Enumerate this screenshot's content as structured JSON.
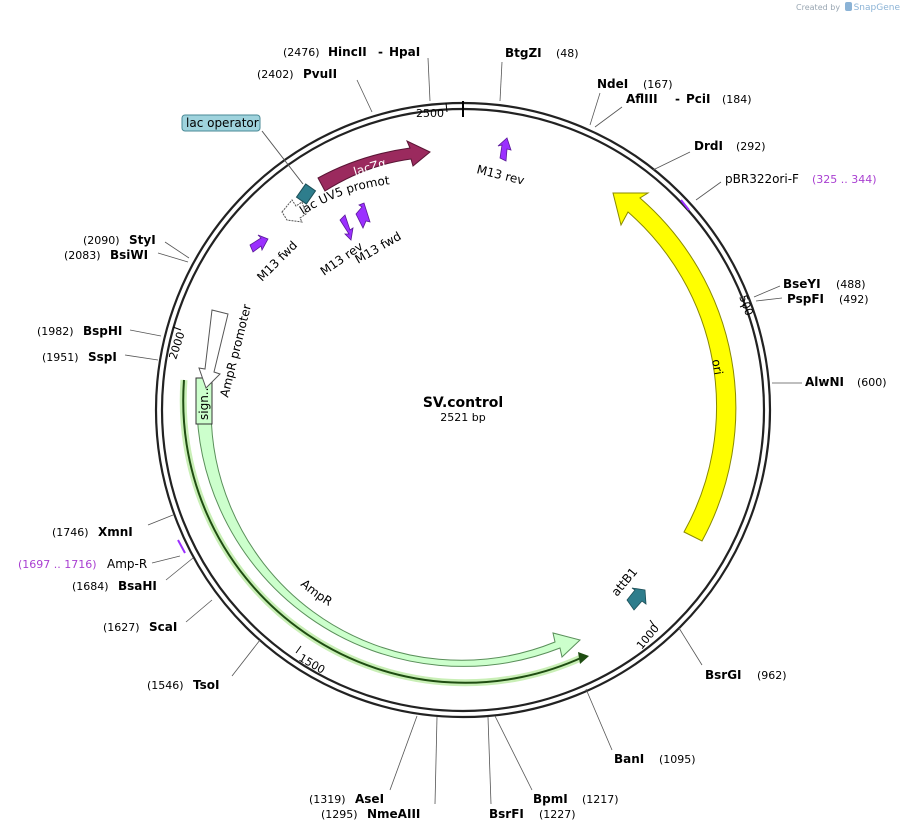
{
  "credit": {
    "prefix": "Created by",
    "brand": "SnapGene"
  },
  "plasmid": {
    "name": "SV.control",
    "size_label": "2521 bp",
    "length": 2521
  },
  "ticks": [
    {
      "pos": 500,
      "label": "500"
    },
    {
      "pos": 1000,
      "label": "1000"
    },
    {
      "pos": 1500,
      "label": "1500"
    },
    {
      "pos": 2000,
      "label": "2000"
    },
    {
      "pos": 2500,
      "label": "2500"
    }
  ],
  "enzymes": [
    {
      "id": "btgzi",
      "name": "BtgZI",
      "site": "(48)"
    },
    {
      "id": "ndei",
      "name": "NdeI",
      "site": "(167)"
    },
    {
      "id": "afliii-pcii",
      "name": "AflIII",
      "name2": "PciI",
      "site": "(184)"
    },
    {
      "id": "drdi",
      "name": "DrdI",
      "site": "(292)"
    },
    {
      "id": "bseyi",
      "name": "BseYI",
      "site": "(488)"
    },
    {
      "id": "pspfi",
      "name": "PspFI",
      "site": "(492)"
    },
    {
      "id": "alwni",
      "name": "AlwNI",
      "site": "(600)"
    },
    {
      "id": "bsrgi",
      "name": "BsrGI",
      "site": "(962)"
    },
    {
      "id": "bani",
      "name": "BanI",
      "site": "(1095)"
    },
    {
      "id": "bpmi",
      "name": "BpmI",
      "site": "(1217)"
    },
    {
      "id": "bsrfi",
      "name": "BsrFI",
      "site": "(1227)"
    },
    {
      "id": "asei",
      "name": "AseI",
      "site": "(1319)"
    },
    {
      "id": "nmeaiii",
      "name": "NmeAIII",
      "site": "(1295)"
    },
    {
      "id": "tsoi",
      "name": "TsoI",
      "site": "(1546)"
    },
    {
      "id": "scai",
      "name": "ScaI",
      "site": "(1627)"
    },
    {
      "id": "bsahi",
      "name": "BsaHI",
      "site": "(1684)"
    },
    {
      "id": "xmni",
      "name": "XmnI",
      "site": "(1746)"
    },
    {
      "id": "sspi",
      "name": "SspI",
      "site": "(1951)"
    },
    {
      "id": "bsphi",
      "name": "BspHI",
      "site": "(1982)"
    },
    {
      "id": "bsiwi",
      "name": "BsiWI",
      "site": "(2083)"
    },
    {
      "id": "styi",
      "name": "StyI",
      "site": "(2090)"
    },
    {
      "id": "pvuii",
      "name": "PvuII",
      "site": "(2402)"
    },
    {
      "id": "hincii-hpai",
      "name": "HincII",
      "name2": "HpaI",
      "site": "(2476)"
    }
  ],
  "primers": [
    {
      "id": "pbr322ori-f",
      "name": "pBR322ori-F",
      "range": "(325 .. 344)"
    },
    {
      "id": "amp-r",
      "name": "Amp-R",
      "range": "(1697 .. 1716)"
    }
  ],
  "features": {
    "lacz": "lacZα",
    "lac_uv5": "lac UV5 promoter",
    "lac_operator": "lac operator",
    "m13_rev_top": "M13 rev",
    "m13_fwd_left": "M13 fwd",
    "m13_rev_mid": "M13 rev",
    "m13_fwd_mid": "M13 fwd",
    "ori": "ori",
    "attb1": "attB1",
    "ampr": "AmpR",
    "ampr_promoter": "AmpR promoter",
    "signal": "sign..."
  },
  "colors": {
    "backbone": "#222222",
    "lacz": "#9b2a5e",
    "ori": "#ffff00",
    "ampr": "#ccffcc",
    "primer": "#9b30ff",
    "teal": "#2e7d8c",
    "operator_bg": "#9fd3dd",
    "primer_text": "#a93fd1"
  }
}
